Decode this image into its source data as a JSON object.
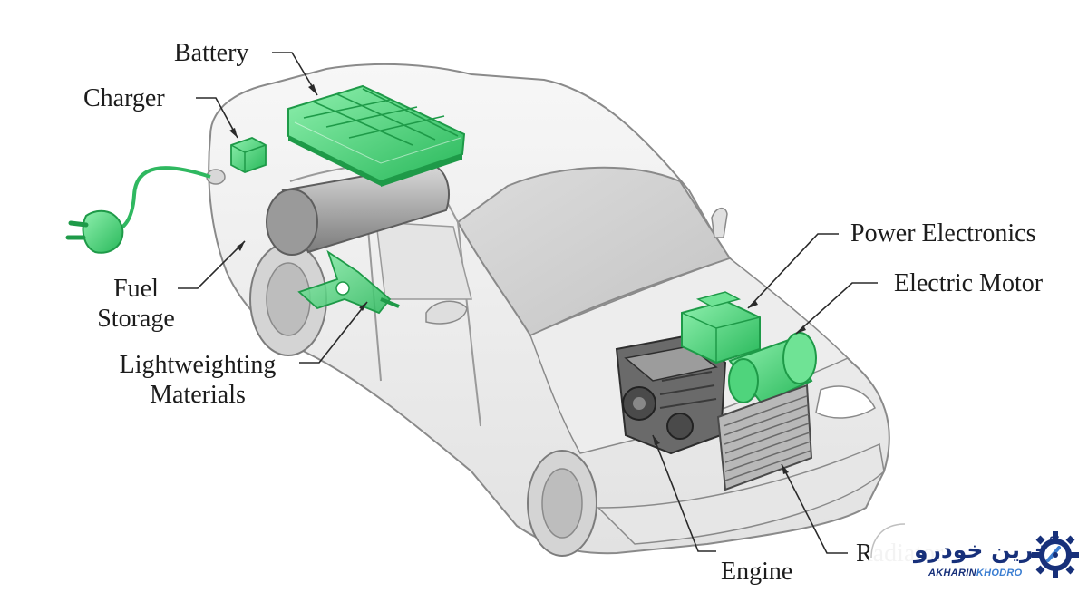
{
  "diagram": {
    "labels": {
      "battery": "Battery",
      "charger": "Charger",
      "fuel_storage_line1": "Fuel",
      "fuel_storage_line2": "Storage",
      "lightweighting_line1": "Lightweighting",
      "lightweighting_line2": "Materials",
      "power_electronics": "Power Electronics",
      "electric_motor": "Electric Motor",
      "engine": "Engine",
      "radiator": "Radiator"
    },
    "colors": {
      "component_green": "#3ccf6e",
      "component_green_dark": "#1e9a48",
      "body_outline": "#8a8a8a",
      "body_fill": "#f1f1f1",
      "label_text": "#1c1c1c"
    }
  },
  "logo": {
    "persian_text": "آخرین خودرو",
    "english_part1": "AKHARIN",
    "english_part2": "KHODRO",
    "icon": "gear-gauge-icon"
  }
}
